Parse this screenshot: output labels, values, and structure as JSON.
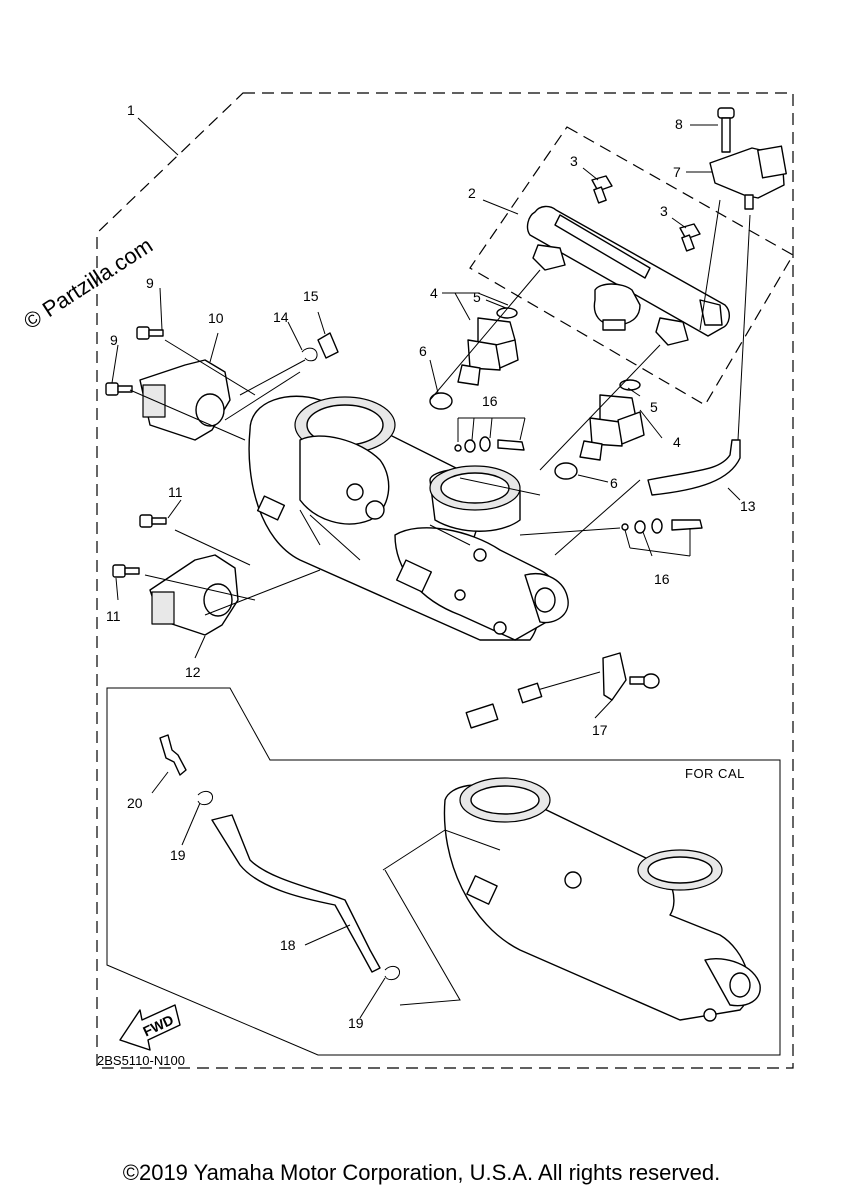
{
  "watermark": "© Partzilla.com",
  "drawing_number": "2BS5110-N100",
  "variant_label": "FOR CAL",
  "fwd_label": "FWD",
  "copyright": "©2019 Yamaha Motor Corporation, U.S.A. All rights reserved.",
  "callouts": {
    "c1": "1",
    "c2": "2",
    "c3a": "3",
    "c3b": "3",
    "c4a": "4",
    "c4b": "4",
    "c5a": "5",
    "c5b": "5",
    "c6a": "6",
    "c6b": "6",
    "c7": "7",
    "c8": "8",
    "c9a": "9",
    "c9b": "9",
    "c10": "10",
    "c11a": "11",
    "c11b": "11",
    "c12": "12",
    "c13": "13",
    "c14": "14",
    "c15": "15",
    "c16a": "16",
    "c16b": "16",
    "c17": "17",
    "c18": "18",
    "c19a": "19",
    "c19b": "19",
    "c20": "20"
  }
}
